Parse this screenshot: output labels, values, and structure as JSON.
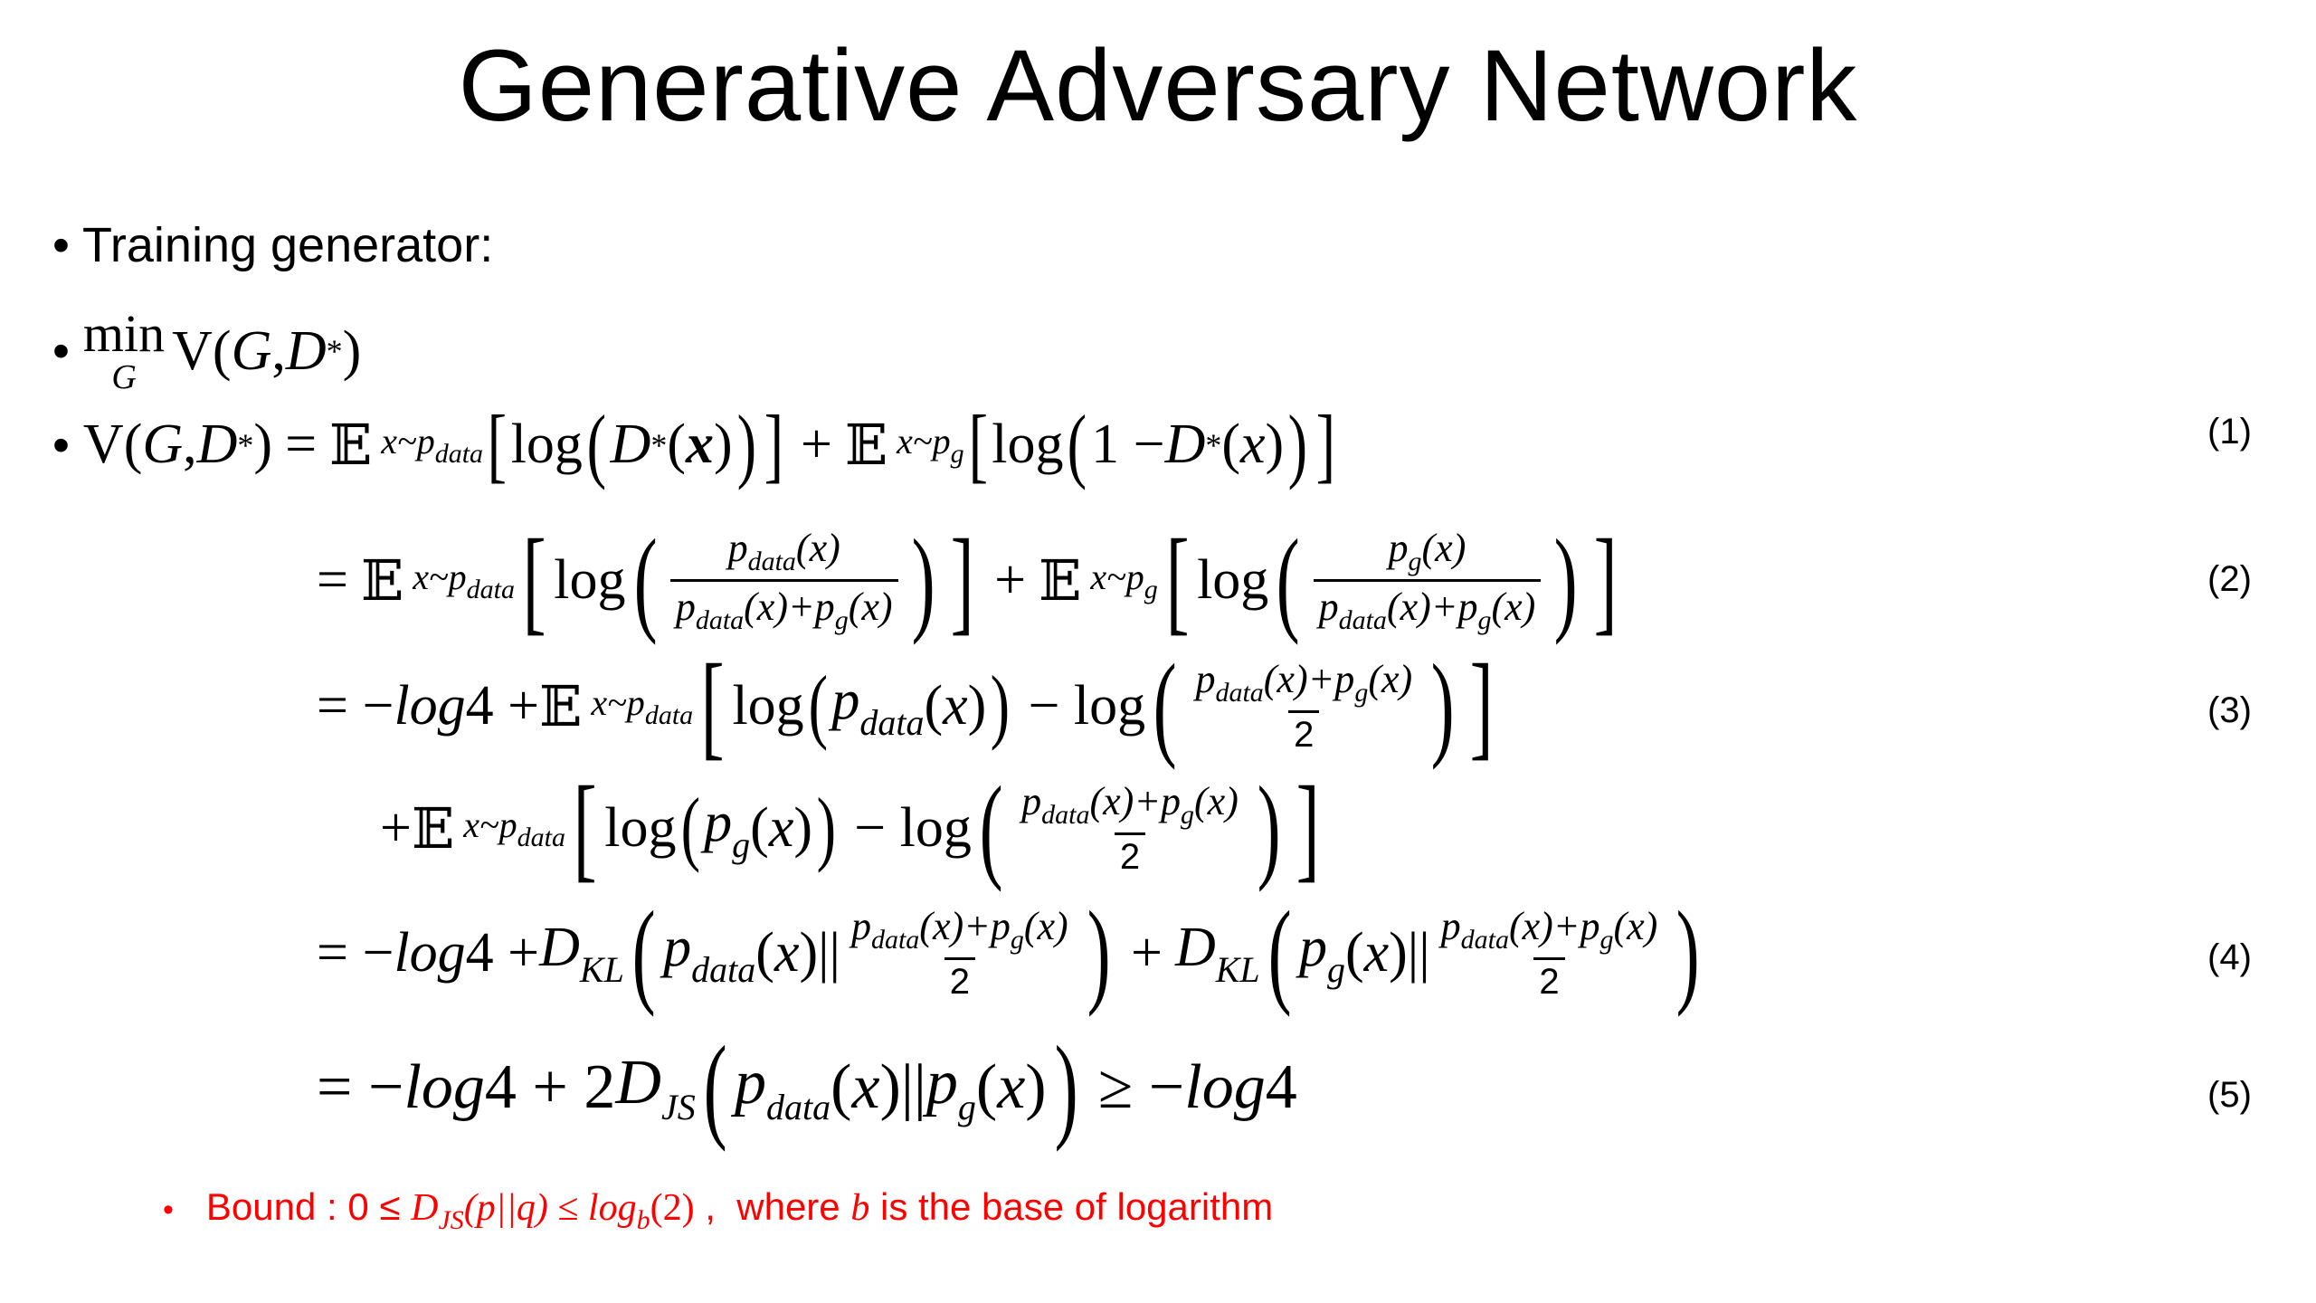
{
  "title": "Generative Adversary Network",
  "bullets": {
    "training": "Training generator:",
    "min_label": "min",
    "min_sub": "G"
  },
  "equations": {
    "eq1": "(1)",
    "eq2": "(2)",
    "eq3": "(3)",
    "eq4": "(4)",
    "eq5": "(5)"
  },
  "note": {
    "bullet": "•",
    "text_before": "Bound : 0 ≤ ",
    "d": "D",
    "d_sub": "JS",
    "pq": "(p||q)",
    "le": " ≤ ",
    "log": "log",
    "log_sub": "b",
    "two": "(2)",
    "where": " ,  where ",
    "b": "b",
    "tail": " is the base of logarithm"
  },
  "colors": {
    "note": "#ff0000",
    "text": "#000000",
    "background": "#ffffff"
  }
}
